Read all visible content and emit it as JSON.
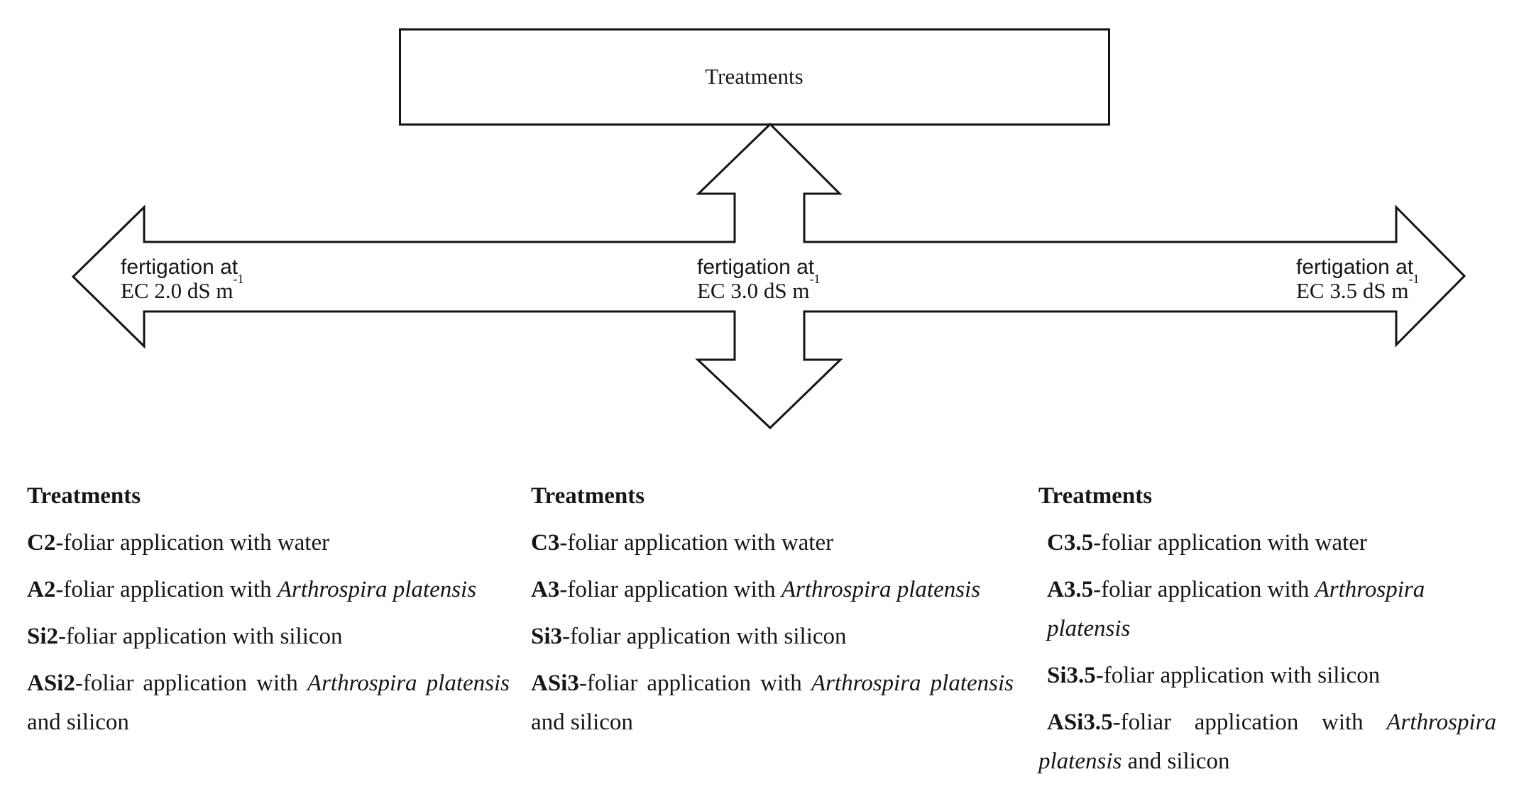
{
  "figure": {
    "background": "#ffffff",
    "ink": "#161616",
    "root_box": {
      "label": "Treatments"
    },
    "branches": [
      {
        "id": "left",
        "line1": "fertigation at",
        "line2_base": "EC 2.0 dS m",
        "line2_sup": "-1"
      },
      {
        "id": "center",
        "line1": "fertigation at",
        "line2_base": "EC 3.0 dS m",
        "line2_sup": "-1"
      },
      {
        "id": "right",
        "line1": "fertigation at",
        "line2_base": "EC 3.5 dS m",
        "line2_sup": "-1"
      }
    ]
  },
  "columns": [
    {
      "heading": "Treatments",
      "items": [
        {
          "lines": [
            [
              {
                "t": "C2",
                "b": 1
              },
              {
                "t": "-foliar application with water"
              }
            ]
          ]
        },
        {
          "lines": [
            [
              {
                "t": "A2",
                "b": 1
              },
              {
                "t": "-foliar application with "
              },
              {
                "t": "Arthrospira platensis",
                "i": 1
              }
            ]
          ]
        },
        {
          "lines": [
            [
              {
                "t": "Si2",
                "b": 1
              },
              {
                "t": "-foliar application with silicon"
              }
            ]
          ]
        },
        {
          "justify": 1,
          "lines": [
            [
              {
                "t": "ASi2",
                "b": 1
              },
              {
                "t": "-foliar application with "
              },
              {
                "t": "Arthrospira platensis",
                "i": 1
              }
            ],
            [
              {
                "t": "and silicon"
              }
            ]
          ]
        }
      ]
    },
    {
      "heading": "Treatments",
      "items": [
        {
          "lines": [
            [
              {
                "t": "C3",
                "b": 1
              },
              {
                "t": "-foliar application with water"
              }
            ]
          ]
        },
        {
          "lines": [
            [
              {
                "t": "A3",
                "b": 1
              },
              {
                "t": "-foliar application with "
              },
              {
                "t": "Arthrospira platensis",
                "i": 1
              }
            ]
          ]
        },
        {
          "lines": [
            [
              {
                "t": "Si3",
                "b": 1
              },
              {
                "t": "-foliar application with silicon"
              }
            ]
          ]
        },
        {
          "justify": 1,
          "lines": [
            [
              {
                "t": "ASi3",
                "b": 1
              },
              {
                "t": "-foliar application with "
              },
              {
                "t": "Arthrospira platensis",
                "i": 1
              }
            ],
            [
              {
                "t": "and silicon"
              }
            ]
          ]
        }
      ]
    },
    {
      "heading": "Treatments",
      "items": [
        {
          "lines": [
            [
              {
                "t": "C3.5",
                "b": 1
              },
              {
                "t": "-foliar application with water"
              }
            ]
          ]
        },
        {
          "lines": [
            [
              {
                "t": "A3.5",
                "b": 1
              },
              {
                "t": "-foliar application with "
              },
              {
                "t": "Arthrospira platensis",
                "i": 1
              }
            ]
          ]
        },
        {
          "lines": [
            [
              {
                "t": "Si3.5",
                "b": 1
              },
              {
                "t": "-foliar application with silicon"
              }
            ]
          ]
        },
        {
          "justify": 1,
          "lines": [
            [
              {
                "t": "ASi3.5",
                "b": 1
              },
              {
                "t": "-foliar application with "
              },
              {
                "t": "Arthrospira",
                "i": 1
              }
            ],
            [
              {
                "t": "platensis",
                "i": 1
              },
              {
                "t": " and silicon"
              }
            ]
          ]
        }
      ]
    }
  ]
}
